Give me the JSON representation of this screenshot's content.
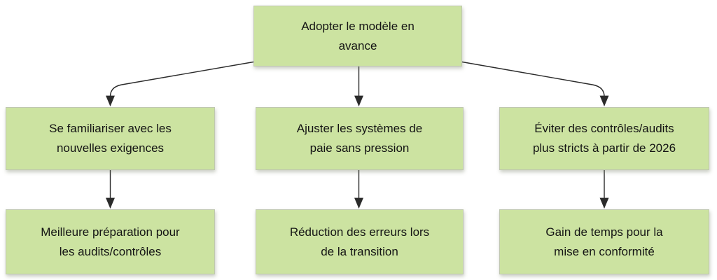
{
  "diagram": {
    "title_note": "Benefits flowchart of adopting the model early",
    "root": {
      "label": "Adopter le modèle en\navance"
    },
    "branches": [
      {
        "cause": "Se familiariser avec les\nnouvelles exigences",
        "effect": "Meilleure préparation pour\nles audits/contrôles"
      },
      {
        "cause": "Ajuster les systèmes de\npaie sans pression",
        "effect": "Réduction des erreurs lors\nde la transition"
      },
      {
        "cause": "Éviter des contrôles/audits\nplus stricts à partir de 2026",
        "effect": "Gain de temps pour la\nmise en conformité"
      }
    ],
    "colors": {
      "node_fill": "#cce3a1",
      "node_border": "#bfc7b0",
      "arrow": "#2b2b2b",
      "text": "#141414",
      "background": "#ffffff"
    }
  }
}
